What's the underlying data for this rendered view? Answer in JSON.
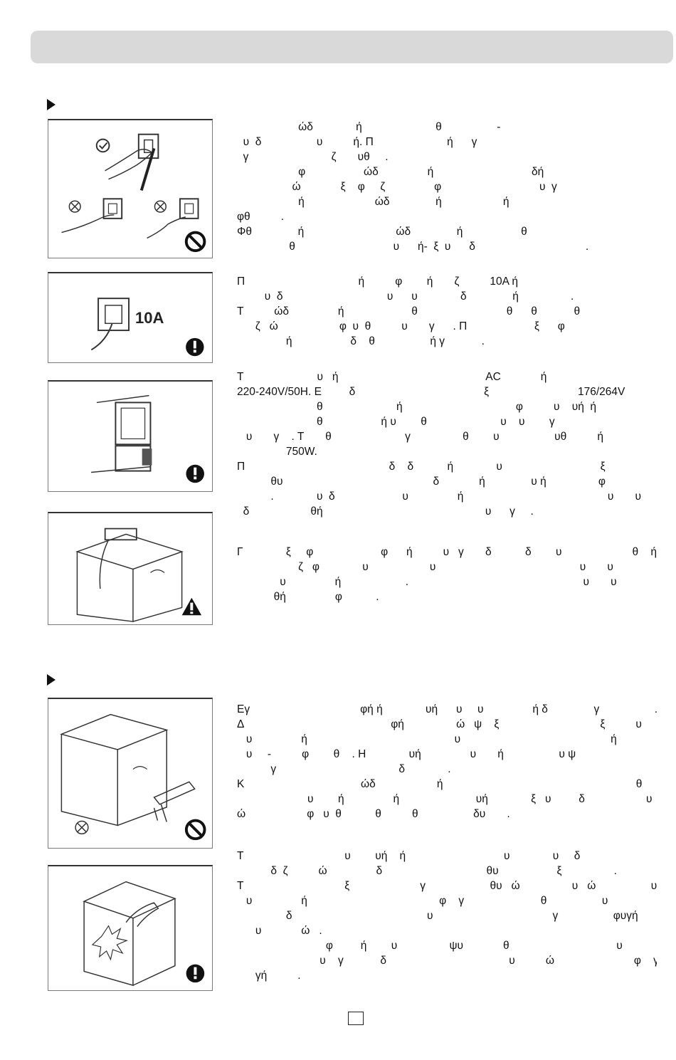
{
  "sections": [
    {
      "name": "electrical-safety",
      "blocks": [
        {
          "lines": [
            "                    ώδ              ή                        θ                  -",
            "  υ  δ                  υ          ή. Π                        ή      γ",
            "  γ                           ζ       υθ     .",
            "                    φ                   ώδ                ή                                δή",
            "                  ώ             ξ    φ     ζ                φ                                υ  γ",
            "                    ή                       ώδ               ή                    ή",
            "φθ          .",
            "Φθ               ή                              ώδ               ή                   θ",
            "                 θ                                υ      ή-  ξ  υ      δ                                    ."
          ]
        },
        {
          "lines": [
            "Π                                     ή          φ        ή       ζ          10A ή",
            "         υ  δ                                  υ      υ              δ               ή                 .",
            "Τ          ώδ                ή                      θ                             θ      θ            θ",
            "      ζ   ώ                    φ  υ  θ          υ       γ      . Π                      ξ      φ",
            "                ή                   δ    θ                  ή γ            ."
          ]
        },
        {
          "lines": [
            "Τ                        υ   ή                                                AC             ή",
            "220-240V/50H. Ε         δ                                          ξ                             176/264V",
            "                          θ                        ή                                     φ          υ    υή  ή",
            "                          θ                   ή υ        θ                        υ    υ        γ",
            "   υ       γ    . Τ       θ                        γ                 θ        υ                  υθ          ή",
            "                750W.",
            "Π                                               δ    δ           ή              υ                                ξ",
            "           θυ                                                 δ             ή               υ ή                 φ",
            "           .              υ  δ                      υ                ή                                               υ       υ",
            "  δ                    θή                                                     υ      γ     ."
          ]
        },
        {
          "lines": [
            "Γ              ξ     φ                      φ      ή          υ   γ       δ           δ        υ                       θ    ή",
            "                    ζ   φ              υ                    υ                                               υ       υ",
            "              υ                ή                     .                                                         υ       υ",
            "            θή                φ           ."
          ]
        }
      ]
    },
    {
      "name": "usage-safety",
      "blocks": [
        {
          "lines": [
            "Εγ                                    φή ή              υή      υ     υ                ή δ               γ                  .",
            "Δ                                                φή                 ώ   ψ    ξ                                 ξ          υ",
            "   υ                ή                                                υ                                                 ή",
            "   υ     -          φ        θ    . Η              υή                υ       ή                  υ ψ",
            "           γ                                        δ              .",
            "Κ                                      ώδ                    ή                                                               θ",
            "                       υ        ή                ή                         υή              ξ   υ         δ                    υ        δ",
            "ώ                    φ   υ  θ           θ          θ                  δυ       ."
          ]
        },
        {
          "lines": [
            "Τ                                 υ        υή    ή                                υ              υ     δ",
            "           δ  ζ          ώ                δ                                  θυ                   ξ                 .",
            "Τ                                 ξ                       γ                     θυ   ώ                 υ   ώ                  υ",
            "   υ                ή                                           φ    γ                         θ                  υ",
            "                δ                                            υ                                       γ                  φυγή      θ      ώ",
            "      υ             ώ   .",
            "                             φ         ή        υ                 ψυ             θ                                   υ                 ή",
            "                           υ    γ            δ                                        υ          ώ                          φ    γ                υ    -",
            "      γή          ."
          ]
        }
      ]
    }
  ],
  "panel_labels": {
    "socket_rating": "10A"
  },
  "page_number": ""
}
